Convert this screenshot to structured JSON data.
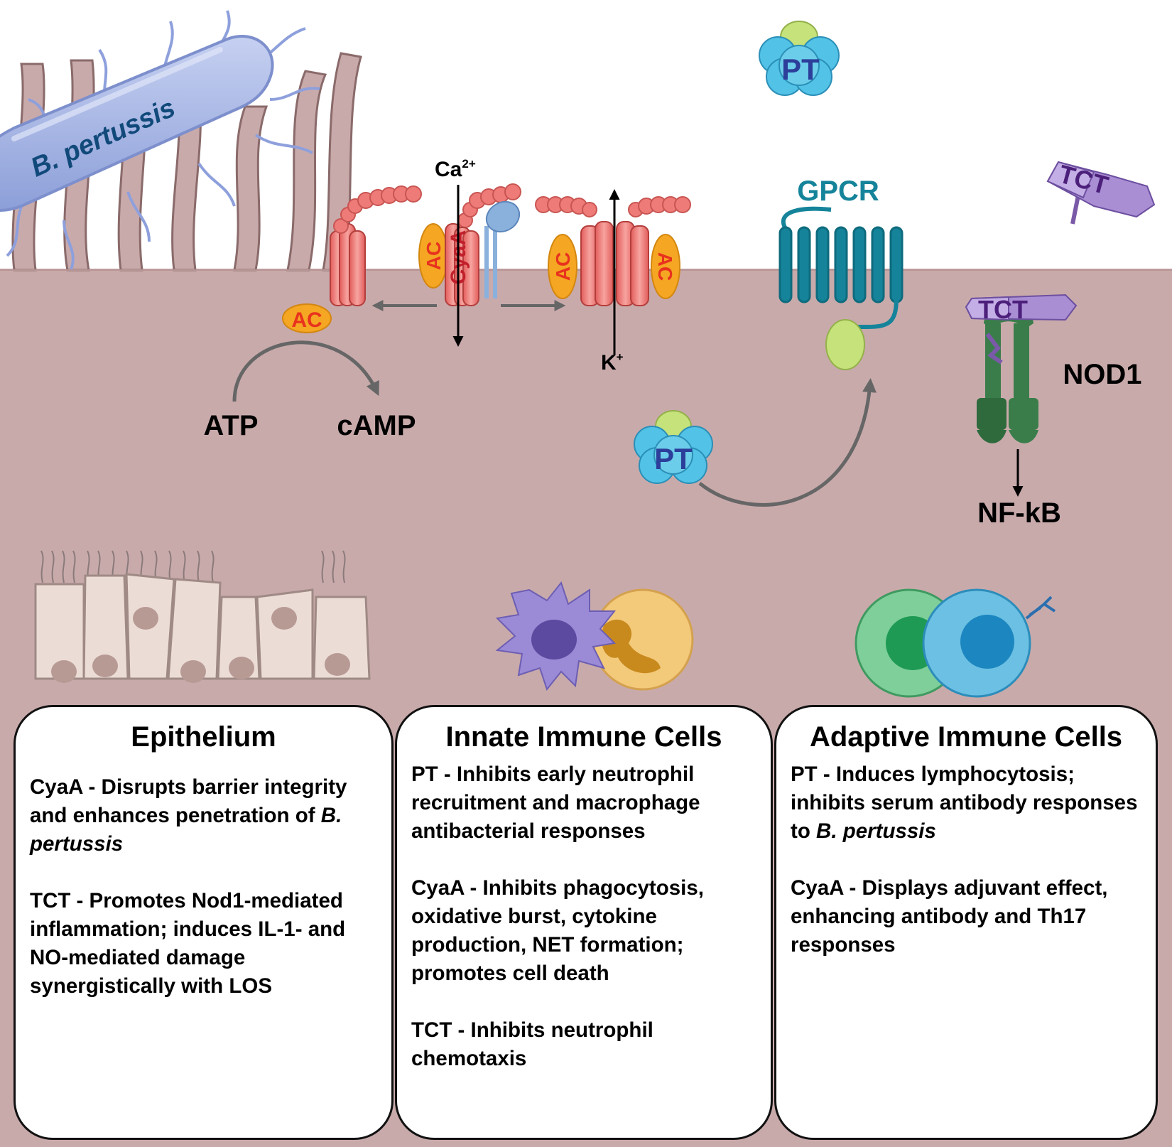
{
  "colors": {
    "cytoplasm": "#c9aaab",
    "membrane_line": "#b89696",
    "pore": "#ee7b78",
    "ac_domain": "#f5a623",
    "ac_text": "#e8321e",
    "pt_blue": "#52c2e6",
    "pt_green": "#c6e27a",
    "gpcr": "#15849a",
    "nod1": "#3a7d4a",
    "tct": "#a98ed4",
    "bacterium": "#9eaee0",
    "label_blue": "#114a7a"
  },
  "labels": {
    "bacterium": "B. pertussis",
    "pt_top": "PT",
    "pt_bottom": "PT",
    "ca": "Ca",
    "ca_sup": "2+",
    "k": "K",
    "k_sup": "+",
    "ac_left": "AC",
    "ac_mid": "AC",
    "ac_right1": "AC",
    "ac_right2": "AC",
    "cyaa": "CyaA",
    "atp": "ATP",
    "camp": "cAMP",
    "gpcr": "GPCR",
    "tct_top": "TCT",
    "tct_bound": "TCT",
    "nod1": "NOD1",
    "nfkb": "NF-kB"
  },
  "panels": {
    "epithelium": {
      "title": "Epithelium",
      "items": [
        {
          "prefix": "CyaA - Disrupts barrier integrity and enhances penetration of ",
          "em": "B. pertussis",
          "suffix": ""
        },
        {
          "prefix": "TCT - Promotes Nod1-mediated inflammation; induces IL-1- and NO-mediated damage synergistically with LOS",
          "em": "",
          "suffix": ""
        }
      ]
    },
    "innate": {
      "title": "Innate Immune Cells",
      "items": [
        {
          "prefix": "PT - Inhibits early neutrophil recruitment and macrophage antibacterial responses",
          "em": "",
          "suffix": ""
        },
        {
          "prefix": "CyaA - Inhibits phagocytosis, oxidative burst, cytokine production, NET formation; promotes cell death",
          "em": "",
          "suffix": ""
        },
        {
          "prefix": "TCT - Inhibits neutrophil chemotaxis",
          "em": "",
          "suffix": ""
        }
      ]
    },
    "adaptive": {
      "title": "Adaptive Immune Cells",
      "items": [
        {
          "prefix": "PT - Induces lymphocytosis; inhibits serum antibody responses to ",
          "em": "B. pertussis",
          "suffix": ""
        },
        {
          "prefix": "CyaA - Displays adjuvant effect, enhancing antibody and Th17 responses",
          "em": "",
          "suffix": ""
        }
      ]
    }
  }
}
